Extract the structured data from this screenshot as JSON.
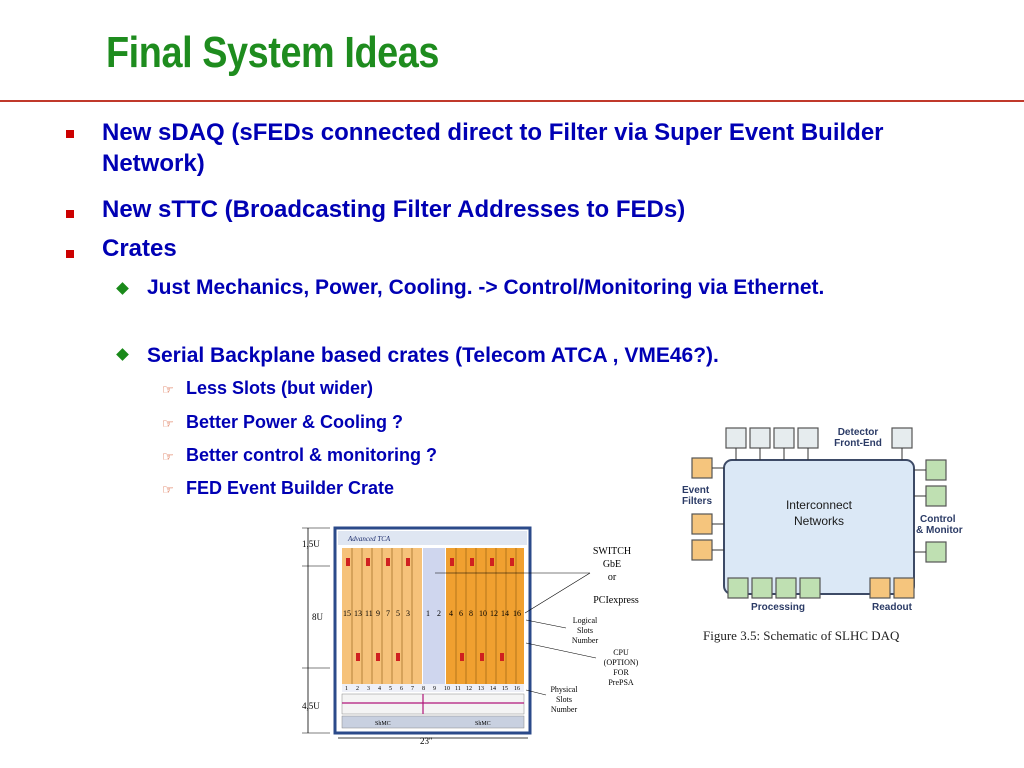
{
  "title": "Final System Ideas",
  "bullets": {
    "b1": "New sDAQ (sFEDs connected direct to Filter via Super Event Builder Network)",
    "b2": "New sTTC (Broadcasting Filter Addresses to FEDs)",
    "b3": "Crates",
    "b3_1": "Just Mechanics, Power, Cooling. -> Control/Monitoring via Ethernet.",
    "b3_2": "Serial Backplane based crates (Telecom ATCA , VME46?).",
    "b3_2_1": "Less Slots (but wider)",
    "b3_2_2": "Better Power & Cooling ?",
    "b3_2_3": "Better control & monitoring ?",
    "b3_2_4": "FED Event Builder Crate"
  },
  "crate_figure": {
    "dim_top": "1,5U",
    "dim_mid": "8U",
    "dim_bot": "4,5U",
    "width_label": "23''",
    "brand": "Advanced TCA",
    "logical_slots": [
      "15",
      "13",
      "11",
      "9",
      "7",
      "5",
      "3",
      "1",
      "2",
      "4",
      "6",
      "8",
      "10",
      "12",
      "14",
      "16"
    ],
    "physical_slots": [
      "1",
      "2",
      "3",
      "4",
      "5",
      "6",
      "7",
      "8",
      "9",
      "10",
      "11",
      "12",
      "13",
      "14",
      "15",
      "16"
    ],
    "shmc": [
      "ShMC",
      "ShMC"
    ],
    "callout_switch": [
      "SWITCH",
      "GbE",
      "or",
      "PCIexpress"
    ],
    "callout_logical": [
      "Logical",
      "Slots",
      "Number"
    ],
    "callout_cpu": [
      "CPU",
      "(OPTION)",
      "FOR",
      "PrePSA"
    ],
    "callout_physical": [
      "Physical",
      "Slots",
      "Number"
    ]
  },
  "schematic": {
    "detector": [
      "Detector",
      "Front-End"
    ],
    "event_filters": [
      "Event",
      "Filters"
    ],
    "interconnect": [
      "Interconnect",
      "Networks"
    ],
    "control": [
      "Control",
      "& Monitor"
    ],
    "processing": "Processing",
    "readout": "Readout",
    "caption": "Figure 3.5: Schematic of SLHC DAQ"
  },
  "colors": {
    "title": "#1e8c1e",
    "text": "#0000b4",
    "rule": "#c0392b",
    "bullet_l1": "#cc0000",
    "bullet_l2": "#1a8a1a",
    "bullet_l3": "#cc3300"
  }
}
